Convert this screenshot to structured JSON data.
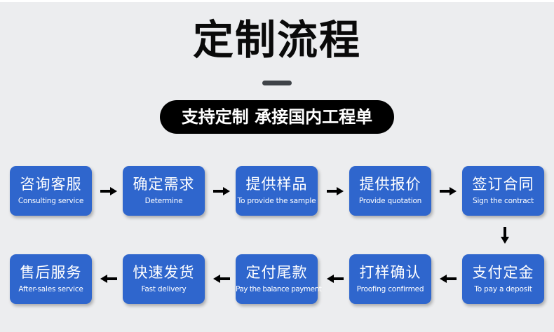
{
  "title": "定制流程",
  "subtitle": "支持定制  承接国内工程单",
  "colors": {
    "box": "#2f66cd",
    "background": "#ecedef",
    "text": "#ffffff",
    "arrow": "#000000"
  },
  "row1": [
    {
      "cn": "咨询客服",
      "en": "Consulting service"
    },
    {
      "cn": "确定需求",
      "en": "Determine"
    },
    {
      "cn": "提供样品",
      "en": "To provide the sample"
    },
    {
      "cn": "提供报价",
      "en": "Provide quotation"
    },
    {
      "cn": "签订合同",
      "en": "Sign the contract"
    }
  ],
  "row2": [
    {
      "cn": "售后服务",
      "en": "After-sales service"
    },
    {
      "cn": "快速发货",
      "en": "Fast delivery"
    },
    {
      "cn": "定付尾款",
      "en": "Pay the balance payment"
    },
    {
      "cn": "打样确认",
      "en": "Proofing confirmed"
    },
    {
      "cn": "支付定金",
      "en": "To pay a deposit"
    }
  ],
  "arrows": {
    "row1_direction": "right",
    "down_direction": "down",
    "row2_direction": "left"
  }
}
